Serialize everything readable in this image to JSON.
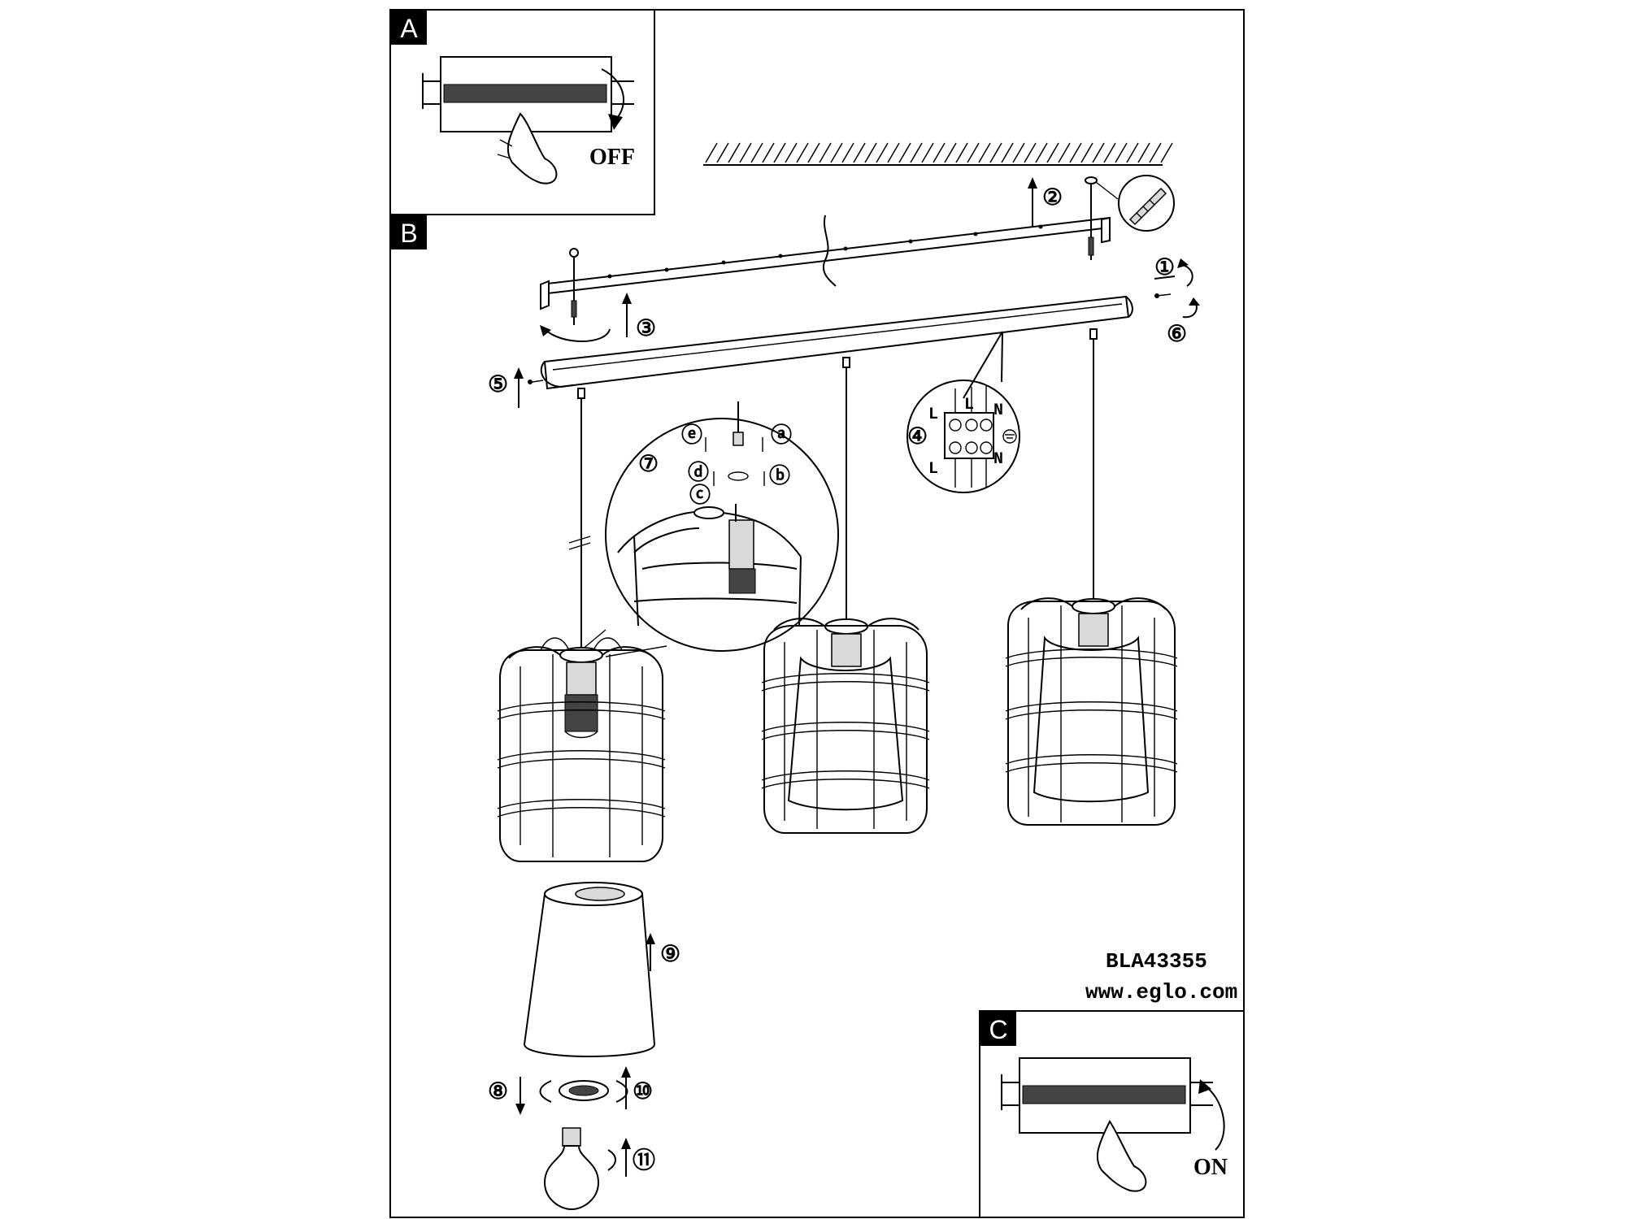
{
  "panels": {
    "a": {
      "letter": "A",
      "state_label": "OFF"
    },
    "b": {
      "letter": "B"
    },
    "c": {
      "letter": "C",
      "state_label": "ON"
    }
  },
  "steps": {
    "s1": "①",
    "s2": "②",
    "s3": "③",
    "s4": "④",
    "s5": "⑤",
    "s6": "⑥",
    "s7": "⑦",
    "s8": "⑧",
    "s9": "⑨",
    "s10": "⑩",
    "s11": "⑪",
    "sa": "ⓐ",
    "sb": "ⓑ",
    "sc": "ⓒ",
    "sd": "ⓓ",
    "se": "ⓔ"
  },
  "terminal": {
    "l_top": "L",
    "l_top2": "L",
    "n_top": "N",
    "l_bottom": "L",
    "n_bottom": "N"
  },
  "footer": {
    "model": "BLA43355",
    "website": "www.eglo.com"
  }
}
